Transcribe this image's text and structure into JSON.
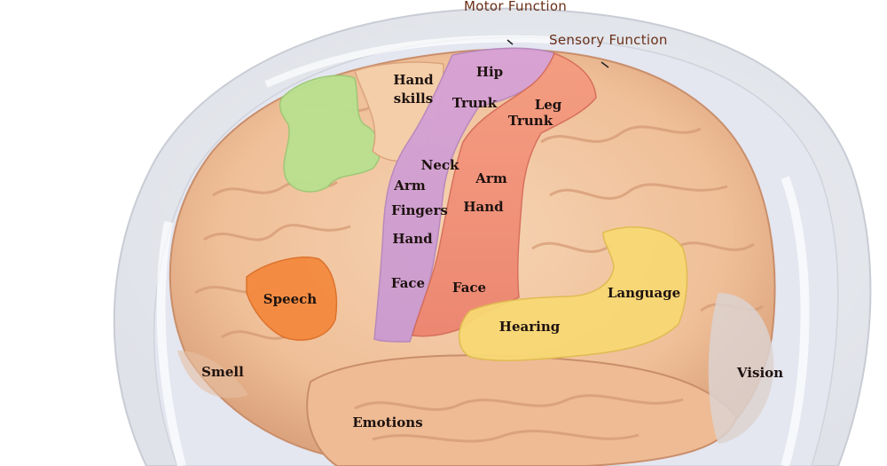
{
  "headers": {
    "motor": "Motor Function",
    "sensory": "Sensory Function"
  },
  "labels": {
    "hand_skills": "Hand\nskills",
    "hip": "Hip",
    "trunk_motor": "Trunk",
    "leg": "Leg",
    "trunk_sensory": "Trunk",
    "neck": "Neck",
    "arm_motor": "Arm",
    "fingers": "Fingers",
    "hand_motor": "Hand",
    "face_motor": "Face",
    "arm_sensory": "Arm",
    "hand_sensory": "Hand",
    "face_sensory": "Face",
    "speech": "Speech",
    "language": "Language",
    "hearing": "Hearing",
    "smell": "Smell",
    "vision": "Vision",
    "emotions": "Emotions"
  },
  "colors": {
    "cortex": "#f2c5a0",
    "motor_strip": "#d9a8d6",
    "sensory_strip": "#f0927a",
    "frontal_green": "#b7e08e",
    "speech_orange": "#f48b3c",
    "hearing_yellow": "#f8dc78",
    "skull": "#e6e8ec",
    "background": "#ffffff"
  }
}
